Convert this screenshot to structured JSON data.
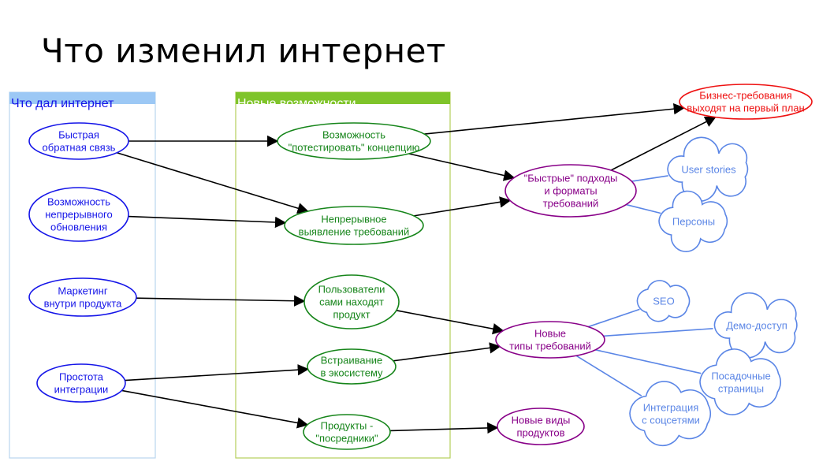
{
  "title": "Что изменил интернет",
  "colors": {
    "blue": "#1515e8",
    "green": "#16851a",
    "purple": "#880088",
    "red": "#ee1111",
    "cloud": "#5b86e6",
    "left_panel": "#b9d5ee",
    "left_header": "#9cc8f5",
    "mid_panel": "#b5cf5a",
    "mid_header": "#7fc42a",
    "mid_title": "#ffffff"
  },
  "columns": {
    "left": "Что дал интернет",
    "middle": "Новые возможности"
  },
  "nodes": {
    "fast_feedback": {
      "lines": [
        "Быстрая",
        "обратная связь"
      ],
      "color": "blue"
    },
    "continuous_update": {
      "lines": [
        "Возможность",
        "непрерывного",
        "обновления"
      ],
      "color": "blue"
    },
    "marketing_in_product": {
      "lines": [
        "Маркетинг",
        "внутри продукта"
      ],
      "color": "blue"
    },
    "easy_integration": {
      "lines": [
        "Простота",
        "интеграции"
      ],
      "color": "blue"
    },
    "test_concept": {
      "lines": [
        "Возможность",
        "\"потестировать\" концепцию"
      ],
      "color": "green"
    },
    "continuous_discovery": {
      "lines": [
        "Непрерывное",
        "выявление требований"
      ],
      "color": "green"
    },
    "users_find_product": {
      "lines": [
        "Пользователи",
        "сами находят",
        "продукт"
      ],
      "color": "green"
    },
    "ecosystem_embedding": {
      "lines": [
        "Встраивание",
        "в экосистему"
      ],
      "color": "green"
    },
    "intermediary_products": {
      "lines": [
        "Продукты -",
        "\"посредники\""
      ],
      "color": "green"
    },
    "fast_approaches": {
      "lines": [
        "\"Быстрые\" подходы",
        "и форматы",
        "требований"
      ],
      "color": "purple"
    },
    "new_requirement_types": {
      "lines": [
        "Новые",
        "типы требований"
      ],
      "color": "purple"
    },
    "new_product_kinds": {
      "lines": [
        "Новые виды",
        "продуктов"
      ],
      "color": "purple"
    },
    "business_requirements": {
      "lines": [
        "Бизнес-требования",
        "выходят на первый план"
      ],
      "color": "red"
    },
    "user_stories": {
      "lines": [
        "User stories"
      ],
      "color": "cloud"
    },
    "personas": {
      "lines": [
        "Персоны"
      ],
      "color": "cloud"
    },
    "seo": {
      "lines": [
        "SEO"
      ],
      "color": "cloud"
    },
    "demo_access": {
      "lines": [
        "Демо-доступ"
      ],
      "color": "cloud"
    },
    "landing_pages": {
      "lines": [
        "Посадочные",
        "страницы"
      ],
      "color": "cloud"
    },
    "social_integration": {
      "lines": [
        "Интеграция",
        "с соцсетями"
      ],
      "color": "cloud"
    }
  },
  "arrows": [
    {
      "from": "fast_feedback",
      "to": "test_concept"
    },
    {
      "from": "fast_feedback",
      "to": "continuous_discovery"
    },
    {
      "from": "continuous_update",
      "to": "continuous_discovery"
    },
    {
      "from": "marketing_in_product",
      "to": "users_find_product"
    },
    {
      "from": "easy_integration",
      "to": "ecosystem_embedding"
    },
    {
      "from": "easy_integration",
      "to": "intermediary_products"
    },
    {
      "from": "test_concept",
      "to": "business_requirements"
    },
    {
      "from": "test_concept",
      "to": "fast_approaches"
    },
    {
      "from": "continuous_discovery",
      "to": "fast_approaches"
    },
    {
      "from": "fast_approaches",
      "to": "business_requirements"
    },
    {
      "from": "users_find_product",
      "to": "new_requirement_types"
    },
    {
      "from": "ecosystem_embedding",
      "to": "new_requirement_types"
    },
    {
      "from": "intermediary_products",
      "to": "new_product_kinds"
    }
  ],
  "links": [
    {
      "from": "fast_approaches",
      "to": "user_stories"
    },
    {
      "from": "fast_approaches",
      "to": "personas"
    },
    {
      "from": "new_requirement_types",
      "to": "seo"
    },
    {
      "from": "new_requirement_types",
      "to": "demo_access"
    },
    {
      "from": "new_requirement_types",
      "to": "landing_pages"
    },
    {
      "from": "new_requirement_types",
      "to": "social_integration"
    }
  ]
}
